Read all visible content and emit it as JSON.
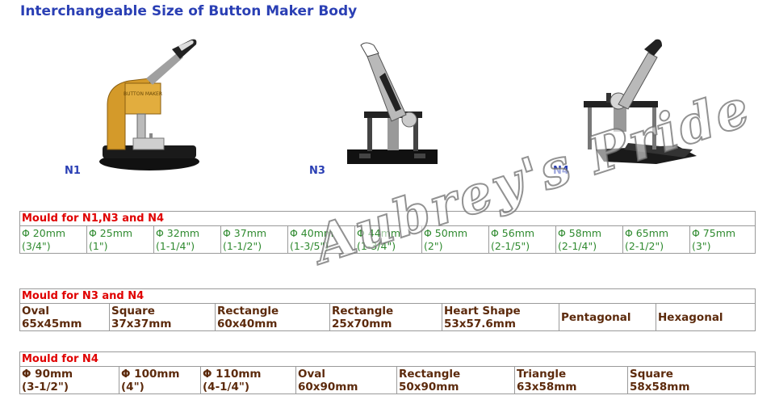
{
  "title": "Interchangeable Size of Button Maker Body",
  "machines": [
    {
      "label": "N1",
      "logo": "BUTTON MAKER"
    },
    {
      "label": "N3"
    },
    {
      "label": "N4"
    }
  ],
  "mould_n1_n3_n4": {
    "header": "Mould for N1,N3 and N4",
    "sizes": [
      {
        "mm": "Φ 20mm",
        "inch": "(3/4\")"
      },
      {
        "mm": "Φ 25mm",
        "inch": "(1\")"
      },
      {
        "mm": "Φ 32mm",
        "inch": "(1-1/4\")"
      },
      {
        "mm": "Φ 37mm",
        "inch": "(1-1/2\")"
      },
      {
        "mm": "Φ 40mm",
        "inch": "(1-3/5\")"
      },
      {
        "mm": "Φ 44mm",
        "inch": "(1-3/4\")"
      },
      {
        "mm": "Φ 50mm",
        "inch": "(2\")"
      },
      {
        "mm": "Φ 56mm",
        "inch": "(2-1/5\")"
      },
      {
        "mm": "Φ 58mm",
        "inch": "(2-1/4\")"
      },
      {
        "mm": "Φ 65mm",
        "inch": "(2-1/2\")"
      },
      {
        "mm": "Φ 75mm",
        "inch": "(3\")"
      }
    ]
  },
  "mould_n3_n4": {
    "header": "Mould for N3 and N4",
    "shapes": [
      {
        "name": "Oval",
        "size": "65x45mm"
      },
      {
        "name": "Square",
        "size": "37x37mm"
      },
      {
        "name": "Rectangle",
        "size": "60x40mm"
      },
      {
        "name": "Rectangle",
        "size": "25x70mm"
      },
      {
        "name": "Heart Shape",
        "size": "53x57.6mm"
      },
      {
        "name": "Pentagonal",
        "size": ""
      },
      {
        "name": "Hexagonal",
        "size": ""
      }
    ]
  },
  "mould_n4": {
    "header": "Mould for N4",
    "items": [
      {
        "name": "Φ 90mm",
        "size": "(3-1/2\")"
      },
      {
        "name": "Φ 100mm",
        "size": "(4\")"
      },
      {
        "name": "Φ 110mm",
        "size": "(4-1/4\")"
      },
      {
        "name": "Oval",
        "size": "60x90mm"
      },
      {
        "name": "Rectangle",
        "size": "50x90mm"
      },
      {
        "name": "Triangle",
        "size": "63x58mm"
      },
      {
        "name": "Square",
        "size": "58x58mm"
      }
    ]
  },
  "watermark": "Aubrey's Pride",
  "colors": {
    "title": "#2a3fb4",
    "header": "#e00000",
    "sizes": "#2f8a2f",
    "shapes": "#5c2a0c",
    "gold_body": "#d49a2a"
  }
}
